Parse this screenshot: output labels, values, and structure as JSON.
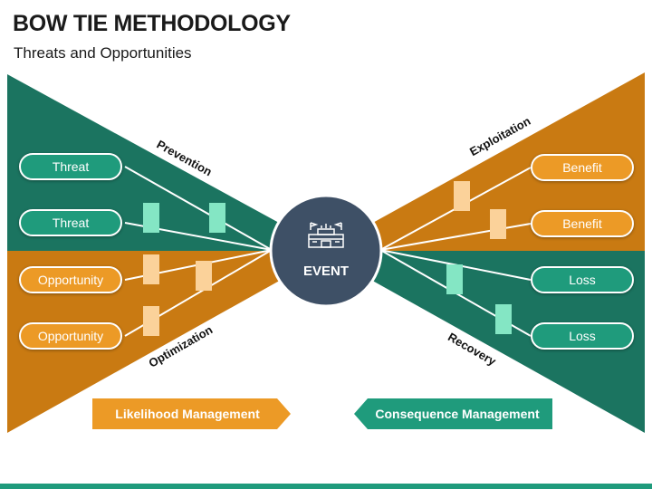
{
  "title": "BOW TIE METHODOLOGY",
  "subtitle": "Threats and Opportunities",
  "center": {
    "label": "EVENT",
    "icon": "stadium-icon"
  },
  "left_nodes": [
    "Threat",
    "Threat",
    "Opportunity",
    "Opportunity"
  ],
  "right_nodes": [
    "Benefit",
    "Benefit",
    "Loss",
    "Loss"
  ],
  "wing_labels": {
    "prevention": "Prevention",
    "optimization": "Optimization",
    "exploitation": "Exploitation",
    "recovery": "Recovery"
  },
  "arrows": {
    "likelihood": "Likelihood Management",
    "consequence": "Consequence Management"
  },
  "colors": {
    "green_dark": "#1b7460",
    "green": "#1f9b7c",
    "green_light": "#84e6c4",
    "orange_dark": "#c97a12",
    "orange": "#ec9a26",
    "orange_light": "#fbd29a",
    "event_circle": "#3e5066"
  }
}
